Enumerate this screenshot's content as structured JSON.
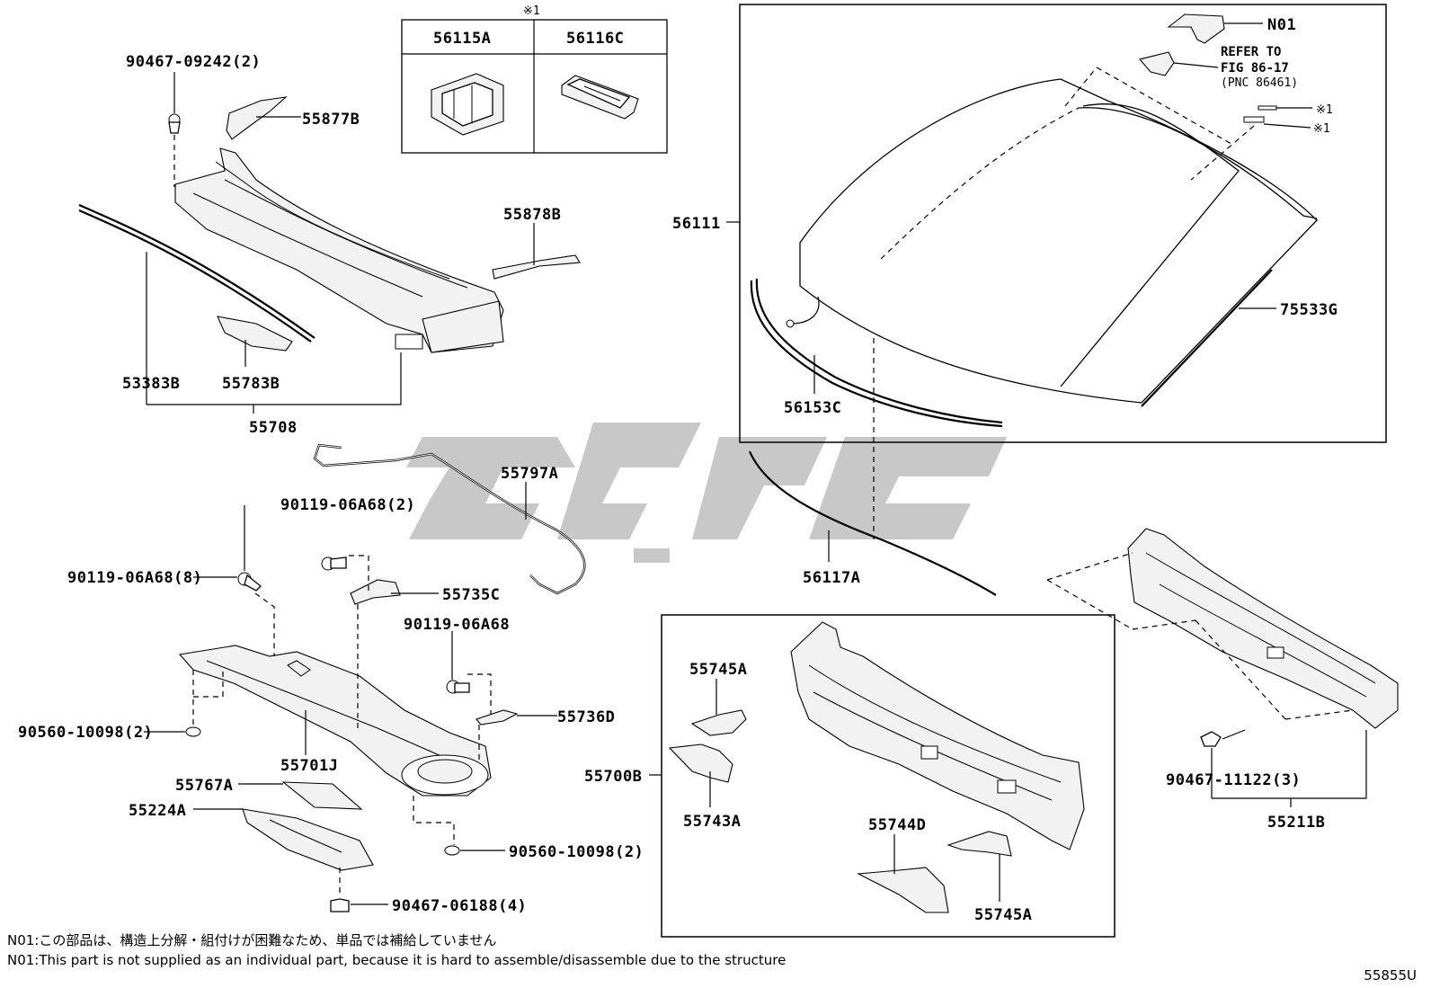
{
  "diagram": {
    "figure_code": "55855U",
    "notes": {
      "jp": "N01:この部品は、構造上分解・組付けが困難なため、単品では補給していません",
      "en": "N01:This part is not supplied as an individual part, because it is hard to assemble/disassemble due to the structure"
    },
    "inset_table": {
      "marker": "※1",
      "col1": "56115A",
      "col2": "56116C"
    },
    "labels": {
      "p90467_09242": "90467-09242(2)",
      "p55877B": "55877B",
      "p55878B": "55878B",
      "p53383B": "53383B",
      "p55783B": "55783B",
      "p55708": "55708",
      "p56111": "56111",
      "pN01": "N01",
      "refer1": "REFER TO",
      "refer2": "FIG 86-17",
      "refer3": "(PNC 86461)",
      "mark1a": "※1",
      "mark1b": "※1",
      "p75533G": "75533G",
      "p56153C": "56153C",
      "p55797A": "55797A",
      "p90119_06A68_2": "90119-06A68(2)",
      "p90119_06A68_8": "90119-06A68(8)",
      "p55735C": "55735C",
      "p90119_06A68": "90119-06A68",
      "p56117A": "56117A",
      "p90560_10098_2a": "90560-10098(2)",
      "p55701J": "55701J",
      "p55736D": "55736D",
      "p55767A": "55767A",
      "p55224A": "55224A",
      "p90560_10098_2b": "90560-10098(2)",
      "p90467_06188": "90467-06188(4)",
      "p55745A_top": "55745A",
      "p55743A": "55743A",
      "p55700B": "55700B",
      "p55744D": "55744D",
      "p55745A_bot": "55745A",
      "p90467_11122": "90467-11122(3)",
      "p55211B": "55211B"
    }
  }
}
